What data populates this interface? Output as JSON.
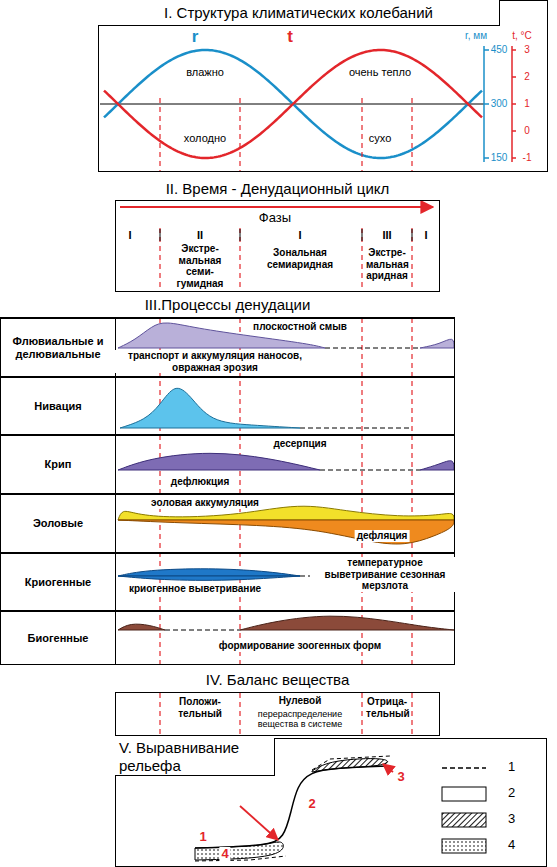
{
  "diagram": {
    "nodes": [
      {
        "text": [
          "I. Структура климатических колебаний"
        ]
      },
      {
        "text": [
          "II. Время - Денудационный цикл",
          "Фазы"
        ]
      },
      {
        "text": [
          "III.Процессы денудации"
        ]
      },
      {
        "text": [
          "Флювиальные и делювиальные",
          "плоскостной смыв",
          "транспорт и аккумуляция наносов, овражная эрозия"
        ],
        "in": 2
      },
      {
        "text": [
          "Нивация"
        ],
        "in": 2
      },
      {
        "text": [
          "Крип",
          "десерпция",
          "дефлюкция"
        ],
        "in": 2
      },
      {
        "text": [
          "Эоловые",
          "эоловая аккумуляция",
          "дефляция"
        ],
        "in": 2
      },
      {
        "text": [
          "Криогенные",
          "криогенное выветривание",
          "температурное выветривание сезонная мерзлота"
        ],
        "in": 2
      },
      {
        "text": [
          "Биогенные",
          "формирование зоогенных форм"
        ],
        "in": 2
      },
      {
        "text": [
          "IV. Баланс вещества"
        ]
      },
      {
        "text": [
          "V. Выравнивание рельефа"
        ]
      }
    ],
    "labels": [
      "r",
      "t",
      "влажно",
      "холодно",
      "очень тепло",
      "сухо",
      "r, мм",
      "t, °C",
      "450",
      "300",
      "150",
      "3",
      "2",
      "1",
      "0",
      "-1",
      "I",
      "II",
      "I",
      "III",
      "I",
      "Экстре- мальная семи- гумидная",
      "Зональная семиаридная",
      "Экстре- мальная аридная",
      "Положи- тельный",
      "Нулевой",
      "перераспределение вещества в системе",
      "Отрица- тельный",
      "1",
      "4",
      "2",
      "3"
    ],
    "legend": [
      {
        "text": "1"
      },
      {
        "text": "2",
        "color": "#ffffff"
      },
      {
        "text": "3"
      },
      {
        "text": "4"
      }
    ]
  }
}
